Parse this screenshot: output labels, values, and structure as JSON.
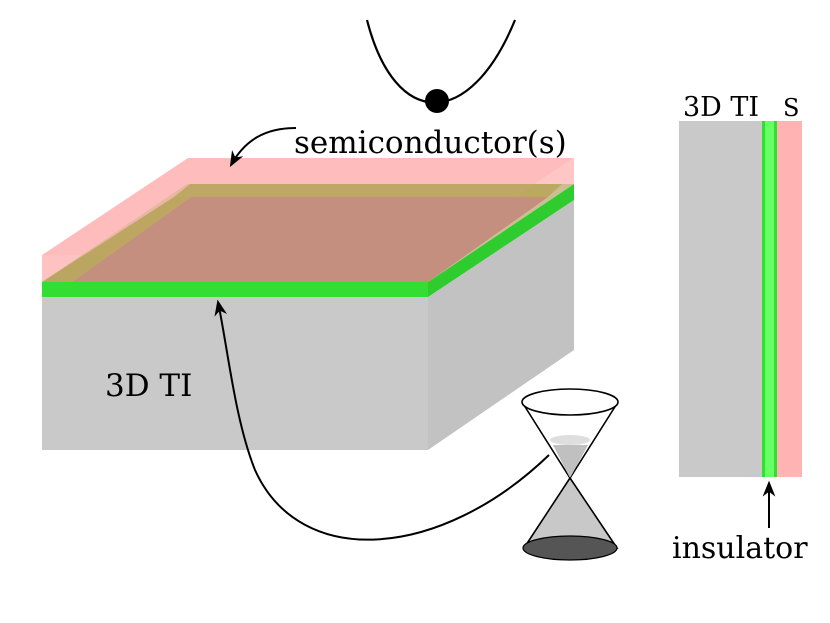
{
  "labels": {
    "semiconductor": "semiconductor(s)",
    "ti_block": "3D TI",
    "ti_cross_section": "3D TI",
    "s_cross_section": "S",
    "insulator": "insulator"
  },
  "colors": {
    "ti_gray": "#c9c9c9",
    "ti_gray_side": "#bdbdbd",
    "insulator_green": "#33dd33",
    "semiconductor_pink": "#ffb3b3",
    "overlap_top": "#c48f7e",
    "ink": "#000000"
  }
}
